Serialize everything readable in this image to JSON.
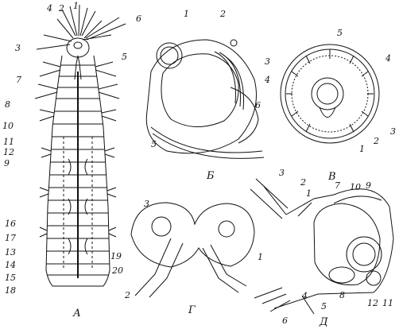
{
  "panels": {
    "A": {
      "title": "А",
      "labels": [
        "1",
        "2",
        "3",
        "4",
        "5",
        "6",
        "7",
        "8",
        "9",
        "10",
        "11",
        "12",
        "13",
        "14",
        "15",
        "16",
        "17",
        "18",
        "19",
        "20"
      ]
    },
    "B": {
      "title": "Б",
      "labels": [
        "1",
        "2",
        "3",
        "4",
        "5",
        "6"
      ]
    },
    "V": {
      "title": "В",
      "labels": [
        "1",
        "2",
        "3",
        "4",
        "5"
      ]
    },
    "G": {
      "title": "Г",
      "labels": [
        "1",
        "2",
        "3"
      ]
    },
    "D": {
      "title": "Д",
      "labels": [
        "1",
        "2",
        "3",
        "4",
        "5",
        "6",
        "7",
        "8",
        "9",
        "10",
        "11",
        "12"
      ]
    }
  }
}
